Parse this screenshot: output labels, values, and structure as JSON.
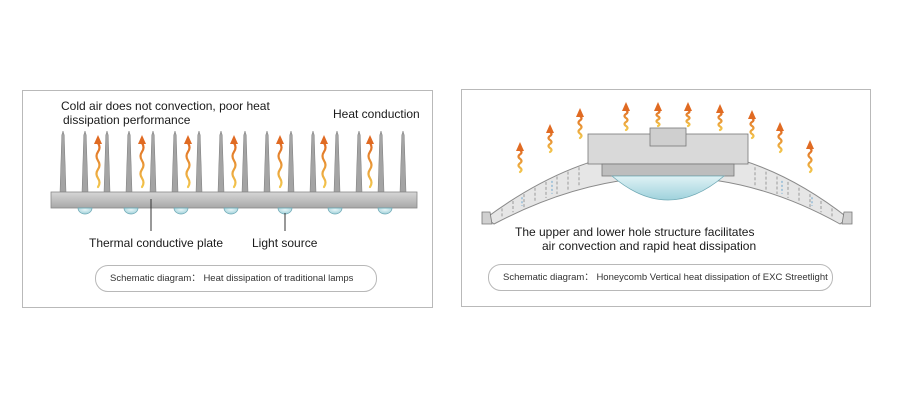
{
  "left_panel": {
    "cold_air_line1": "Cold air does not convection, poor heat",
    "cold_air_line2": "dissipation performance",
    "heat_conduction": "Heat conduction",
    "thermal_plate": "Thermal conductive plate",
    "light_source": "Light source",
    "caption": "Schematic diagram：  Heat dissipation of traditional lamps"
  },
  "right_panel": {
    "desc_line1": "The upper and lower hole structure facilitates",
    "desc_line2": "air convection and rapid heat dissipation",
    "caption": "Schematic diagram：  Honeycomb Vertical heat dissipation of EXC Streetlight"
  },
  "colors": {
    "frame": "#b9b9b9",
    "fin_gray": "#9e9e9e",
    "plate_gray": "#c8c8c8",
    "arrow_orange": "#e8862e",
    "arrow_yellow": "#f0c24a",
    "lens_blue": "#bfe4ec",
    "convection_blue": "#8fb8d6"
  }
}
